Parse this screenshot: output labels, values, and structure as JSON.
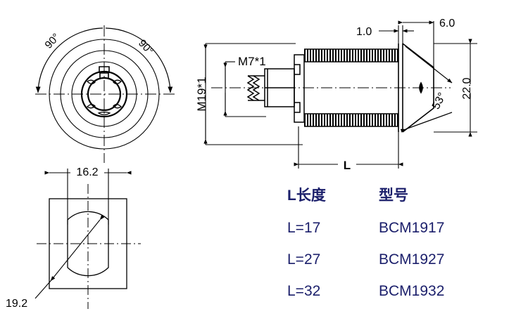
{
  "drawing": {
    "title_present": false,
    "background": "#ffffff",
    "line_color": "#000000",
    "views": {
      "front_circular": {
        "name": "front-view",
        "angle_labels": [
          "90°",
          "90°"
        ],
        "description": "concentric circles with keyed center hole"
      },
      "side_section": {
        "name": "side-section-view",
        "dimensions": {
          "thread_body": "M19*1",
          "stub_thread": "M7*1",
          "length_symbol": "L",
          "flange_thickness": "1.0",
          "cone_length": "6.0",
          "cone_angle": "53°",
          "head_diameter": "22.0"
        }
      },
      "panel_cutout": {
        "name": "panel-cutout-view",
        "dimensions": {
          "across_flats": "16.2",
          "diameter": "19.2"
        }
      }
    }
  },
  "table": {
    "accent_color": "#1b1f6b",
    "headers": [
      "L长度",
      "型号"
    ],
    "rows": [
      [
        "L=17",
        "BCM1917"
      ],
      [
        "L=27",
        "BCM1927"
      ],
      [
        "L=32",
        "BCM1932"
      ]
    ]
  }
}
